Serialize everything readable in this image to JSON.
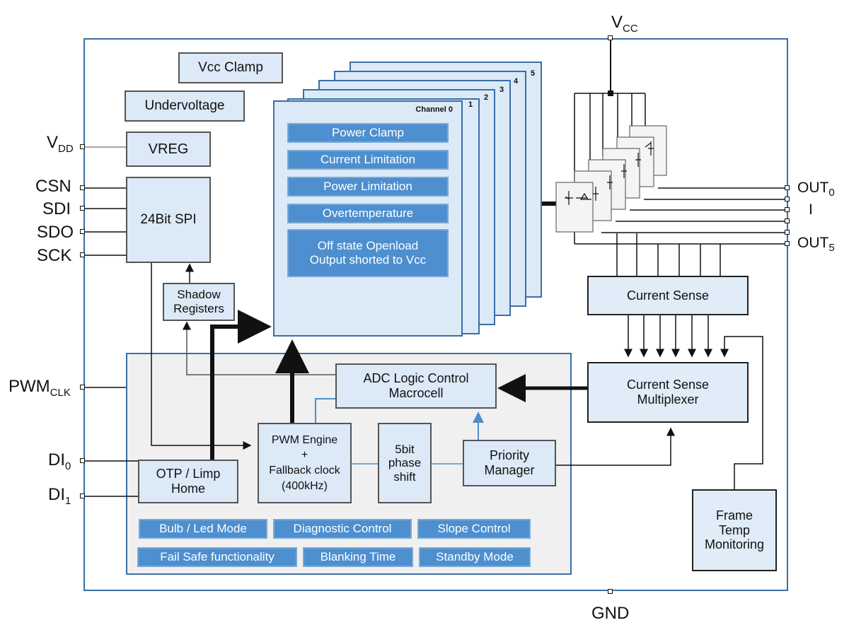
{
  "supply": {
    "vcc": "V",
    "vcc_sub": "CC",
    "gnd": "GND"
  },
  "pins_left": {
    "vdd": "V",
    "vdd_sub": "DD",
    "csn": "CSN",
    "sdi": "SDI",
    "sdo": "SDO",
    "sck": "SCK",
    "pwm": "PWM",
    "pwm_sub": "CLK",
    "di0": "DI",
    "di0_sub": "0",
    "di1": "DI",
    "di1_sub": "1"
  },
  "pins_right": {
    "out0": "OUT",
    "out0_sub": "0",
    "mid": "I",
    "out5": "OUT",
    "out5_sub": "5"
  },
  "blocks": {
    "vcc_clamp": "Vcc Clamp",
    "undervoltage": "Undervoltage",
    "vreg": "VREG",
    "spi": "24Bit SPI",
    "shadow_line1": "Shadow",
    "shadow_line2": "Registers",
    "adc_line1": "ADC Logic Control",
    "adc_line2": "Macrocell",
    "pwm_line1": "PWM Engine",
    "pwm_line2": "+",
    "pwm_line3": "Fallback clock",
    "pwm_line4": "(400kHz)",
    "phase_line1": "5bit",
    "phase_line2": "phase",
    "phase_line3": "shift",
    "priority_line1": "Priority",
    "priority_line2": "Manager",
    "otp_line1": "OTP / Limp",
    "otp_line2": "Home",
    "current_sense": "Current Sense",
    "csm_line1": "Current Sense",
    "csm_line2": "Multiplexer",
    "frame_line1": "Frame",
    "frame_line2": "Temp",
    "frame_line3": "Monitoring"
  },
  "channel": {
    "title": "Channel 0",
    "numbers": [
      "1",
      "2",
      "3",
      "4",
      "5"
    ],
    "functions": [
      "Power Clamp",
      "Current Limitation",
      "Power Limitation",
      "Overtemperature"
    ],
    "openload_line1": "Off state Openload",
    "openload_line2": "Output shorted to Vcc"
  },
  "features": [
    "Bulb / Led  Mode",
    "Diagnostic Control",
    "Slope Control",
    "Fail Safe functionality",
    "Blanking Time",
    "Standby Mode"
  ],
  "colors": {
    "outline": "#3a6fa7",
    "block_fill": "#dce9f6",
    "feature_fill": "#4d8fcf",
    "logic_area": "#f0f0f0"
  }
}
